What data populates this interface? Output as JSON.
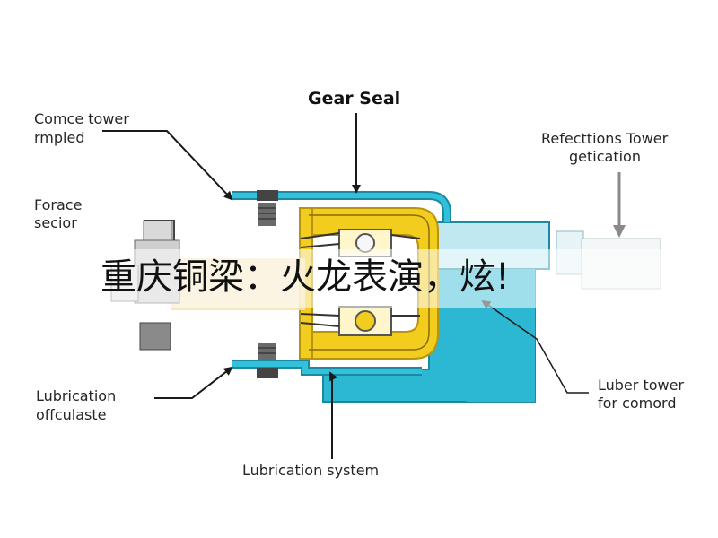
{
  "title": "Gear Seal",
  "labels": {
    "top_left_1": "Comce tower",
    "top_left_2": "rmpled",
    "mid_left_1": "Forace",
    "mid_left_2": "secior",
    "bottom_left_1": "Lubrication",
    "bottom_left_2": "offculaste",
    "bottom_center": "Lubrication system",
    "top_right_1": "Refecttions Tower",
    "top_right_2": "getication",
    "bottom_right_1": "Luber tower",
    "bottom_right_2": "for comord"
  },
  "banner_text": "重庆铜梁：火龙表演，炫!",
  "colors": {
    "housing": "#2cb7d2",
    "housing_light": "#cdeef4",
    "seal": "#f2cd1e",
    "seal_dark": "#b8930d",
    "bolt": "#555555",
    "arrow": "#1a1a1a"
  }
}
